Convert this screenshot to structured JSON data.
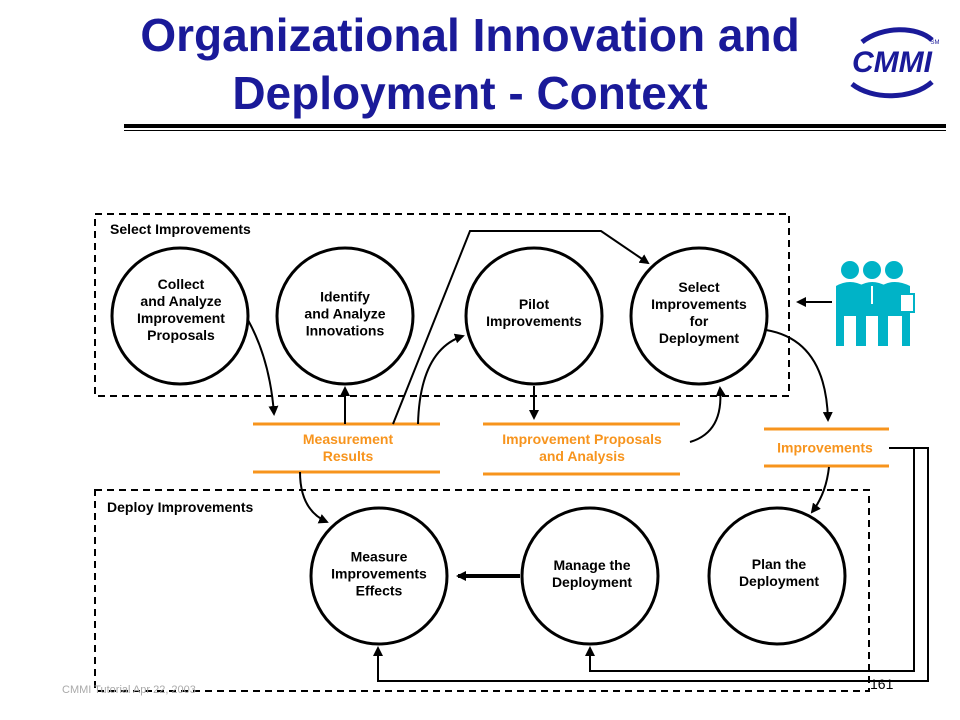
{
  "title": {
    "line1": "Organizational Innovation and",
    "line2": "Deployment - Context"
  },
  "logo": {
    "text": "CMMI",
    "tm": "SM"
  },
  "regions": {
    "select": "Select Improvements",
    "deploy": "Deploy Improvements"
  },
  "nodes": {
    "collect": "Collect\nand Analyze\nImprovement\nProposals",
    "identify": "Identify\nand Analyze\nInnovations",
    "pilot": "Pilot\nImprovements",
    "select": "Select\nImprovements\nfor\nDeployment",
    "measure": "Measure\nImprovements\nEffects",
    "manage": "Manage the\nDeployment",
    "plan": "Plan the\nDeployment"
  },
  "stores": {
    "measurement": "Measurement\nResults",
    "proposals": "Improvement Proposals\nand Analysis",
    "improvements": "Improvements"
  },
  "colors": {
    "title": "#1a1a99",
    "store": "#f7941d",
    "people": "#00b3c7"
  },
  "icons": {
    "people": "people-group-icon"
  },
  "footer": {
    "left": "CMMI Tutorial Apr 22, 2003",
    "page": "161"
  }
}
